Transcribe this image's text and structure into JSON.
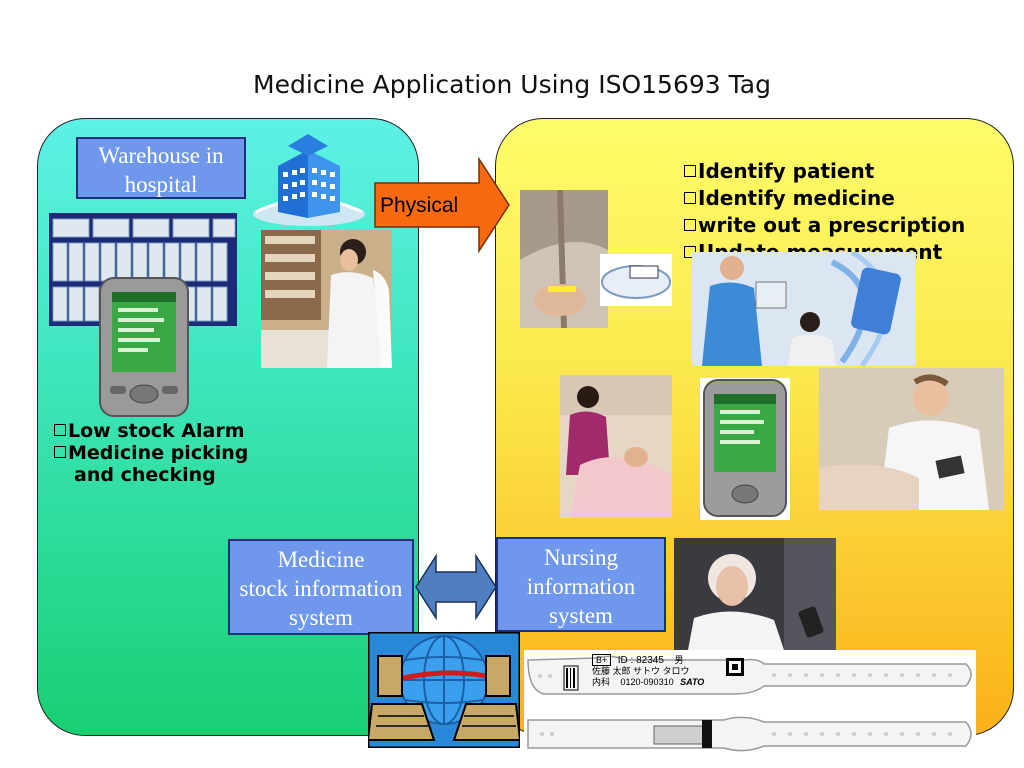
{
  "title": "Medicine Application Using ISO15693 Tag",
  "warehouse": {
    "line1": "Warehouse in",
    "line2": "hospital"
  },
  "left_bullets": [
    "Low stock Alarm",
    "Medicine picking",
    "and checking"
  ],
  "right_bullets": [
    "Identify patient",
    "Identify medicine",
    "write out a prescription",
    "Update measurement"
  ],
  "physical_label": "Physical",
  "stock_system": {
    "line1": "Medicine",
    "line2": "stock information",
    "line3": "system"
  },
  "nursing_system": {
    "line1": "Nursing",
    "line2": "information",
    "line3": "system"
  },
  "wristband": {
    "blood": "B+",
    "id": "ID : 82345",
    "sex": "男",
    "name": "佐藤 太郎  サトウ タロウ",
    "dept": "内科",
    "phone": "0120-090310",
    "brand": "SATO"
  },
  "colors": {
    "left_panel": "#3fe6bd",
    "right_panel": "#fbe64a",
    "box_fill": "#6f97ec",
    "box_border": "#1b2f7a",
    "arrow": "#f96a10",
    "double_arrow": "#4f7fc0"
  },
  "icons": [
    "building-icon",
    "globe-network-icon",
    "pda-icon"
  ]
}
